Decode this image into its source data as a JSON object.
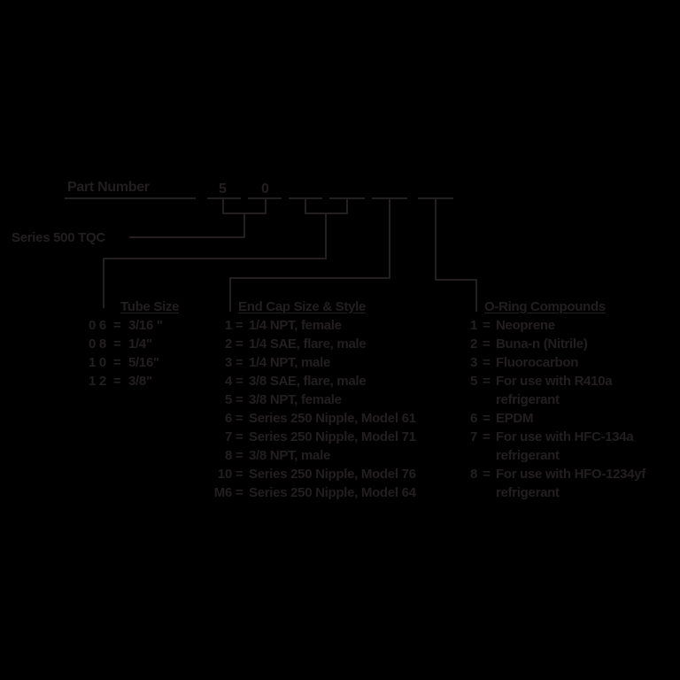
{
  "diagram": {
    "title": "Part Number",
    "fixed_digits": [
      "5",
      "0"
    ],
    "series_label": "Series 500 TQC",
    "colors": {
      "background": "#000000",
      "ink": "#231f20"
    }
  },
  "tube_size": {
    "heading": "Tube Size",
    "items": [
      {
        "code": "0 6",
        "eq": "=",
        "value": "3/16 \""
      },
      {
        "code": "0 8",
        "eq": "=",
        "value": "1/4\""
      },
      {
        "code": "1 0",
        "eq": "=",
        "value": "5/16\""
      },
      {
        "code": "1 2",
        "eq": "=",
        "value": "3/8\""
      }
    ]
  },
  "end_cap": {
    "heading": "End Cap Size & Style",
    "items": [
      {
        "code": "1",
        "eq": "=",
        "value": "1/4 NPT, female"
      },
      {
        "code": "2",
        "eq": "=",
        "value": "1/4 SAE, flare, male"
      },
      {
        "code": "3",
        "eq": "=",
        "value": "1/4 NPT, male"
      },
      {
        "code": "4",
        "eq": "=",
        "value": "3/8 SAE, flare, male"
      },
      {
        "code": "5",
        "eq": "=",
        "value": "3/8 NPT, female"
      },
      {
        "code": "6",
        "eq": "=",
        "value": "Series 250 Nipple, Model 61"
      },
      {
        "code": "7",
        "eq": "=",
        "value": "Series 250 Nipple, Model 71"
      },
      {
        "code": "8",
        "eq": "=",
        "value": "3/8 NPT, male"
      },
      {
        "code": "10",
        "eq": "=",
        "value": "Series 250 Nipple, Model 76"
      },
      {
        "code": "M6",
        "eq": "=",
        "value": "Series 250 Nipple, Model 64"
      }
    ]
  },
  "o_ring": {
    "heading": "O-Ring Compounds",
    "items": [
      {
        "code": "1",
        "eq": "=",
        "value": "Neoprene"
      },
      {
        "code": "2",
        "eq": "=",
        "value": "Buna-n (Nitrile)"
      },
      {
        "code": "3",
        "eq": "=",
        "value": "Fluorocarbon"
      },
      {
        "code": "5",
        "eq": "=",
        "value": "For use with R410a",
        "cont": "refrigerant"
      },
      {
        "code": "6",
        "eq": "=",
        "value": "EPDM"
      },
      {
        "code": "7",
        "eq": "=",
        "value": "For use with HFC-134a",
        "cont": "refrigerant"
      },
      {
        "code": "8",
        "eq": "=",
        "value": "For use with HFO-1234yf",
        "cont": "refrigerant"
      }
    ]
  }
}
